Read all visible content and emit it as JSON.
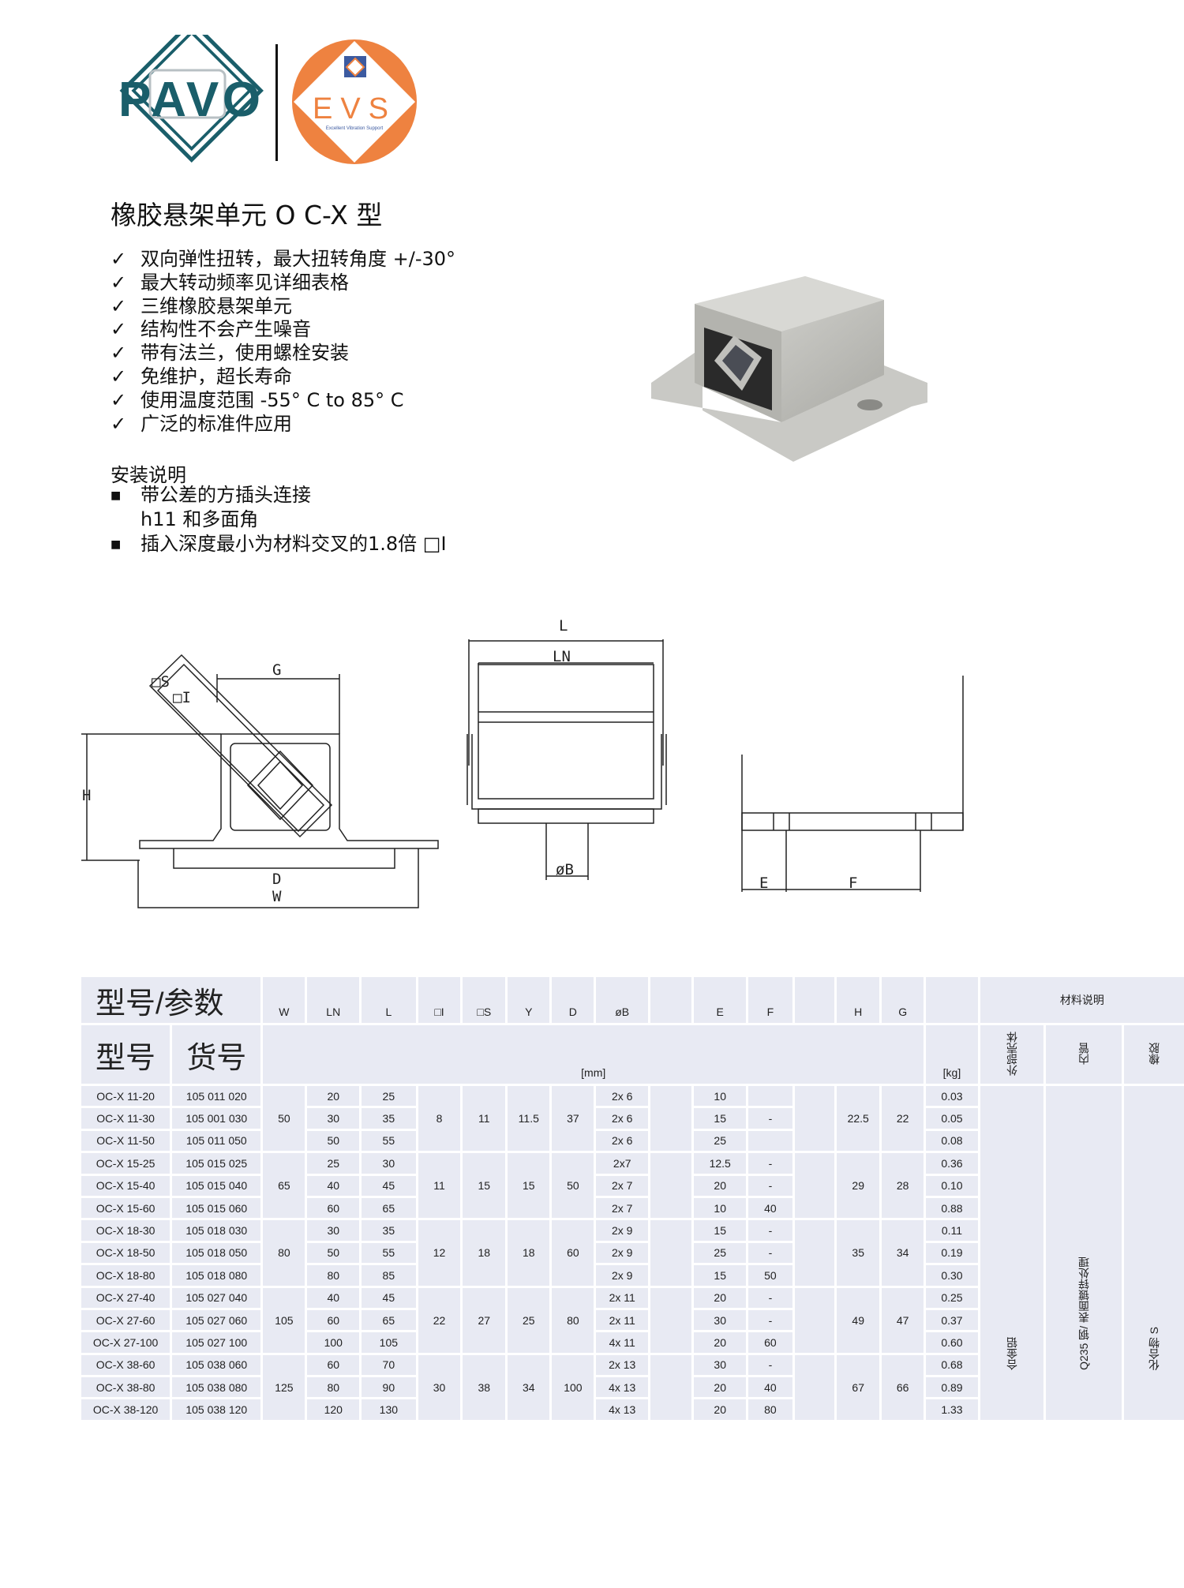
{
  "logo": {
    "left_brand": "PAVO",
    "right_brand": "EVS",
    "right_tagline": "Excellent Vibration Support",
    "colors": {
      "pavo": "#1a5e6a",
      "evs": "#ee8240"
    }
  },
  "title": "橡胶悬架单元 O C-X 型",
  "features": [
    "双向弹性扭转，最大扭转角度 +/-30°",
    "最大转动频率见详细表格",
    "三维橡胶悬架单元",
    "结构性不会产生噪音",
    "带有法兰，使用螺栓安装",
    "免维护，超长寿命",
    "使用温度范围 -55° C to 85° C",
    "广泛的标准件应用"
  ],
  "feature_mark": "✓",
  "install": {
    "heading": "安装说明",
    "mark": "■",
    "items": [
      "带公差的方插头连接",
      "h11 和多面角",
      "插入深度最小为材料交叉的1.8倍 □I"
    ]
  },
  "drawing_labels": {
    "S": "□S",
    "I": "□I",
    "G": "G",
    "H": "H",
    "D": "D",
    "W": "W",
    "L": "L",
    "LN": "LN",
    "B": "øB",
    "E": "E",
    "F": "F"
  },
  "table": {
    "header_title": "型号/参数",
    "columns": [
      "W",
      "LN",
      "L",
      "□I",
      "□S",
      "Y",
      "D",
      "øB",
      "",
      "E",
      "F",
      "",
      "H",
      "G"
    ],
    "materials_title": "材料说明",
    "model_label": "型号",
    "part_label": "货号",
    "unit_mm": "[mm]",
    "unit_kg": "[kg]",
    "material_headers": [
      "外部壳体",
      "内管",
      "橡胶"
    ],
    "materials": [
      "合金铝",
      "Q235 钢/ 表面镀锌处理",
      "化合物 S"
    ],
    "groups": [
      {
        "W": "50",
        "I": "8",
        "S": "11",
        "Y": "11.5",
        "D": "37",
        "H": "22.5",
        "G": "22",
        "rows": [
          {
            "model": "OC-X 11-20",
            "part": "105 011 020",
            "LN": "20",
            "L": "25",
            "B": "2x 6",
            "E": "10",
            "F": "",
            "kg": "0.03"
          },
          {
            "model": "OC-X 11-30",
            "part": "105 001 030",
            "LN": "30",
            "L": "35",
            "B": "2x 6",
            "E": "15",
            "F": "-",
            "kg": "0.05"
          },
          {
            "model": "OC-X 11-50",
            "part": "105 011 050",
            "LN": "50",
            "L": "55",
            "B": "2x 6",
            "E": "25",
            "F": "",
            "kg": "0.08"
          }
        ]
      },
      {
        "W": "65",
        "I": "11",
        "S": "15",
        "Y": "15",
        "D": "50",
        "H": "29",
        "G": "28",
        "rows": [
          {
            "model": "OC-X 15-25",
            "part": "105 015 025",
            "LN": "25",
            "L": "30",
            "B": "2x7",
            "E": "12.5",
            "F": "-",
            "kg": "0.36"
          },
          {
            "model": "OC-X 15-40",
            "part": "105 015 040",
            "LN": "40",
            "L": "45",
            "B": "2x 7",
            "E": "20",
            "F": "-",
            "kg": "0.10"
          },
          {
            "model": "OC-X 15-60",
            "part": "105 015 060",
            "LN": "60",
            "L": "65",
            "B": "2x 7",
            "E": "10",
            "F": "40",
            "kg": "0.88"
          }
        ]
      },
      {
        "W": "80",
        "I": "12",
        "S": "18",
        "Y": "18",
        "D": "60",
        "H": "35",
        "G": "34",
        "rows": [
          {
            "model": "OC-X 18-30",
            "part": "105 018 030",
            "LN": "30",
            "L": "35",
            "B": "2x 9",
            "E": "15",
            "F": "-",
            "kg": "0.11"
          },
          {
            "model": "OC-X 18-50",
            "part": "105 018 050",
            "LN": "50",
            "L": "55",
            "B": "2x 9",
            "E": "25",
            "F": "-",
            "kg": "0.19"
          },
          {
            "model": "OC-X 18-80",
            "part": "105 018 080",
            "LN": "80",
            "L": "85",
            "B": "2x 9",
            "E": "15",
            "F": "50",
            "kg": "0.30"
          }
        ]
      },
      {
        "W": "105",
        "I": "22",
        "S": "27",
        "Y": "25",
        "D": "80",
        "H": "49",
        "G": "47",
        "rows": [
          {
            "model": "OC-X 27-40",
            "part": "105 027 040",
            "LN": "40",
            "L": "45",
            "B": "2x 11",
            "E": "20",
            "F": "-",
            "kg": "0.25"
          },
          {
            "model": "OC-X 27-60",
            "part": "105 027 060",
            "LN": "60",
            "L": "65",
            "B": "2x 11",
            "E": "30",
            "F": "-",
            "kg": "0.37"
          },
          {
            "model": "OC-X 27-100",
            "part": "105 027 100",
            "LN": "100",
            "L": "105",
            "B": "4x 11",
            "E": "20",
            "F": "60",
            "kg": "0.60"
          }
        ]
      },
      {
        "W": "125",
        "I": "30",
        "S": "38",
        "Y": "34",
        "D": "100",
        "H": "67",
        "G": "66",
        "rows": [
          {
            "model": "OC-X 38-60",
            "part": "105 038 060",
            "LN": "60",
            "L": "70",
            "B": "2x 13",
            "E": "30",
            "F": "-",
            "kg": "0.68"
          },
          {
            "model": "OC-X 38-80",
            "part": "105 038 080",
            "LN": "80",
            "L": "90",
            "B": "4x 13",
            "E": "20",
            "F": "40",
            "kg": "0.89"
          },
          {
            "model": "OC-X 38-120",
            "part": "105 038 120",
            "LN": "120",
            "L": "130",
            "B": "4x 13",
            "E": "20",
            "F": "80",
            "kg": "1.33"
          }
        ]
      }
    ]
  }
}
